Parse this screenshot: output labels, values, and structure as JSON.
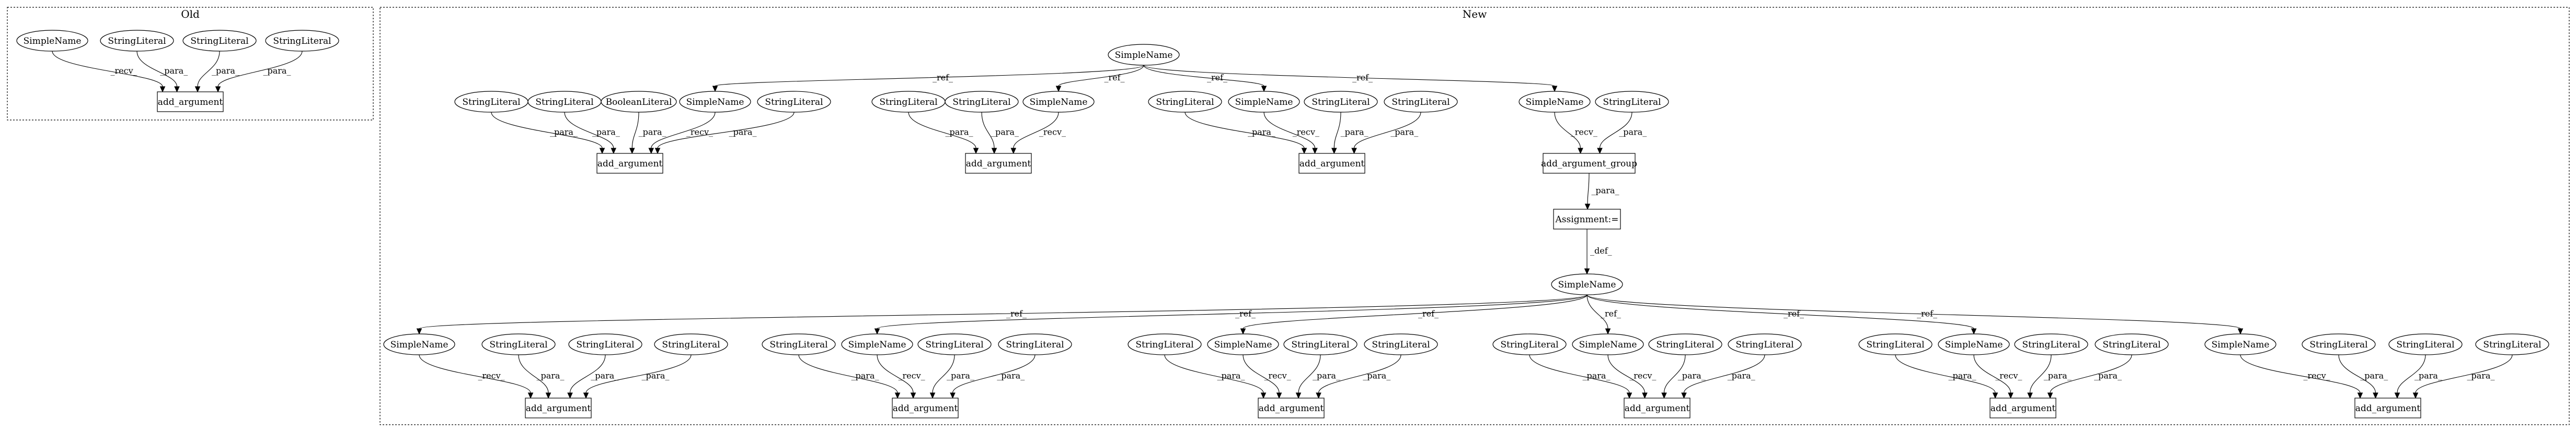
{
  "clusters": {
    "old": {
      "label": "Old"
    },
    "new": {
      "label": "New"
    }
  },
  "node_labels": {
    "simple_name": "SimpleName",
    "string_literal": "StringLiteral",
    "boolean_literal": "BooleanLiteral",
    "add_argument": "add_argument",
    "add_argument_group": "add_argument_group",
    "assignment": "Assignment:="
  },
  "edge_labels": {
    "recv": "_recv_",
    "para": "_para_",
    "ref": "_ref_",
    "def": "_def_"
  },
  "graph": {
    "nodes": [
      {
        "id": "o_sn",
        "kind": "simple_name"
      },
      {
        "id": "o_sl1",
        "kind": "string_literal"
      },
      {
        "id": "o_sl2",
        "kind": "string_literal"
      },
      {
        "id": "o_sl3",
        "kind": "string_literal"
      },
      {
        "id": "o_aa",
        "kind": "add_argument"
      },
      {
        "id": "n_top",
        "kind": "simple_name"
      },
      {
        "id": "a_sl1",
        "kind": "string_literal"
      },
      {
        "id": "a_sl2",
        "kind": "string_literal"
      },
      {
        "id": "a_bl",
        "kind": "boolean_literal"
      },
      {
        "id": "a_sn",
        "kind": "simple_name"
      },
      {
        "id": "a_sl3",
        "kind": "string_literal"
      },
      {
        "id": "a_aa",
        "kind": "add_argument"
      },
      {
        "id": "b_sl1",
        "kind": "string_literal"
      },
      {
        "id": "b_sl2",
        "kind": "string_literal"
      },
      {
        "id": "b_sn",
        "kind": "simple_name"
      },
      {
        "id": "b_aa",
        "kind": "add_argument"
      },
      {
        "id": "c_sl1",
        "kind": "string_literal"
      },
      {
        "id": "c_sn",
        "kind": "simple_name"
      },
      {
        "id": "c_sl2",
        "kind": "string_literal"
      },
      {
        "id": "c_sl3",
        "kind": "string_literal"
      },
      {
        "id": "c_aa",
        "kind": "add_argument"
      },
      {
        "id": "d_sn",
        "kind": "simple_name"
      },
      {
        "id": "d_sl",
        "kind": "string_literal"
      },
      {
        "id": "d_aag",
        "kind": "add_argument_group"
      },
      {
        "id": "asg",
        "kind": "assignment"
      },
      {
        "id": "n_mid",
        "kind": "simple_name"
      },
      {
        "id": "g1_sn",
        "kind": "simple_name"
      },
      {
        "id": "g1_sl1",
        "kind": "string_literal"
      },
      {
        "id": "g1_sl2",
        "kind": "string_literal"
      },
      {
        "id": "g1_sl3",
        "kind": "string_literal"
      },
      {
        "id": "g1_aa",
        "kind": "add_argument"
      },
      {
        "id": "g2_sl1",
        "kind": "string_literal"
      },
      {
        "id": "g2_sn",
        "kind": "simple_name"
      },
      {
        "id": "g2_sl2",
        "kind": "string_literal"
      },
      {
        "id": "g2_sl3",
        "kind": "string_literal"
      },
      {
        "id": "g2_aa",
        "kind": "add_argument"
      },
      {
        "id": "g3_sl1",
        "kind": "string_literal"
      },
      {
        "id": "g3_sn",
        "kind": "simple_name"
      },
      {
        "id": "g3_sl2",
        "kind": "string_literal"
      },
      {
        "id": "g3_sl3",
        "kind": "string_literal"
      },
      {
        "id": "g3_aa",
        "kind": "add_argument"
      },
      {
        "id": "g4_sl1",
        "kind": "string_literal"
      },
      {
        "id": "g4_sn",
        "kind": "simple_name"
      },
      {
        "id": "g4_sl2",
        "kind": "string_literal"
      },
      {
        "id": "g4_sl3",
        "kind": "string_literal"
      },
      {
        "id": "g4_aa",
        "kind": "add_argument"
      },
      {
        "id": "g5_sl1",
        "kind": "string_literal"
      },
      {
        "id": "g5_sn",
        "kind": "simple_name"
      },
      {
        "id": "g5_sl2",
        "kind": "string_literal"
      },
      {
        "id": "g5_sl3",
        "kind": "string_literal"
      },
      {
        "id": "g5_aa",
        "kind": "add_argument"
      },
      {
        "id": "g6_sn",
        "kind": "simple_name"
      },
      {
        "id": "g6_sl1",
        "kind": "string_literal"
      },
      {
        "id": "g6_sl2",
        "kind": "string_literal"
      },
      {
        "id": "g6_sl3",
        "kind": "string_literal"
      },
      {
        "id": "g6_aa",
        "kind": "add_argument"
      }
    ],
    "edges": [
      {
        "from": "o_sn",
        "to": "o_aa",
        "kind": "recv"
      },
      {
        "from": "o_sl1",
        "to": "o_aa",
        "kind": "para"
      },
      {
        "from": "o_sl2",
        "to": "o_aa",
        "kind": "para"
      },
      {
        "from": "o_sl3",
        "to": "o_aa",
        "kind": "para"
      },
      {
        "from": "n_top",
        "to": "a_sn",
        "kind": "ref"
      },
      {
        "from": "n_top",
        "to": "b_sn",
        "kind": "ref"
      },
      {
        "from": "n_top",
        "to": "c_sn",
        "kind": "ref"
      },
      {
        "from": "n_top",
        "to": "d_sn",
        "kind": "ref"
      },
      {
        "from": "a_sl1",
        "to": "a_aa",
        "kind": "para"
      },
      {
        "from": "a_sl2",
        "to": "a_aa",
        "kind": "para"
      },
      {
        "from": "a_bl",
        "to": "a_aa",
        "kind": "para"
      },
      {
        "from": "a_sn",
        "to": "a_aa",
        "kind": "recv"
      },
      {
        "from": "a_sl3",
        "to": "a_aa",
        "kind": "para"
      },
      {
        "from": "b_sl1",
        "to": "b_aa",
        "kind": "para"
      },
      {
        "from": "b_sl2",
        "to": "b_aa",
        "kind": "para"
      },
      {
        "from": "b_sn",
        "to": "b_aa",
        "kind": "recv"
      },
      {
        "from": "c_sl1",
        "to": "c_aa",
        "kind": "para"
      },
      {
        "from": "c_sn",
        "to": "c_aa",
        "kind": "recv"
      },
      {
        "from": "c_sl2",
        "to": "c_aa",
        "kind": "para"
      },
      {
        "from": "c_sl3",
        "to": "c_aa",
        "kind": "para"
      },
      {
        "from": "d_sn",
        "to": "d_aag",
        "kind": "recv"
      },
      {
        "from": "d_sl",
        "to": "d_aag",
        "kind": "para"
      },
      {
        "from": "d_aag",
        "to": "asg",
        "kind": "para"
      },
      {
        "from": "asg",
        "to": "n_mid",
        "kind": "def"
      },
      {
        "from": "n_mid",
        "to": "g1_sn",
        "kind": "ref"
      },
      {
        "from": "n_mid",
        "to": "g2_sn",
        "kind": "ref"
      },
      {
        "from": "n_mid",
        "to": "g3_sn",
        "kind": "ref"
      },
      {
        "from": "n_mid",
        "to": "g4_sn",
        "kind": "ref"
      },
      {
        "from": "n_mid",
        "to": "g5_sn",
        "kind": "ref"
      },
      {
        "from": "n_mid",
        "to": "g6_sn",
        "kind": "ref"
      },
      {
        "from": "g1_sn",
        "to": "g1_aa",
        "kind": "recv"
      },
      {
        "from": "g1_sl1",
        "to": "g1_aa",
        "kind": "para"
      },
      {
        "from": "g1_sl2",
        "to": "g1_aa",
        "kind": "para"
      },
      {
        "from": "g1_sl3",
        "to": "g1_aa",
        "kind": "para"
      },
      {
        "from": "g2_sl1",
        "to": "g2_aa",
        "kind": "para"
      },
      {
        "from": "g2_sn",
        "to": "g2_aa",
        "kind": "recv"
      },
      {
        "from": "g2_sl2",
        "to": "g2_aa",
        "kind": "para"
      },
      {
        "from": "g2_sl3",
        "to": "g2_aa",
        "kind": "para"
      },
      {
        "from": "g3_sl1",
        "to": "g3_aa",
        "kind": "para"
      },
      {
        "from": "g3_sn",
        "to": "g3_aa",
        "kind": "recv"
      },
      {
        "from": "g3_sl2",
        "to": "g3_aa",
        "kind": "para"
      },
      {
        "from": "g3_sl3",
        "to": "g3_aa",
        "kind": "para"
      },
      {
        "from": "g4_sl1",
        "to": "g4_aa",
        "kind": "para"
      },
      {
        "from": "g4_sn",
        "to": "g4_aa",
        "kind": "recv"
      },
      {
        "from": "g4_sl2",
        "to": "g4_aa",
        "kind": "para"
      },
      {
        "from": "g4_sl3",
        "to": "g4_aa",
        "kind": "para"
      },
      {
        "from": "g5_sl1",
        "to": "g5_aa",
        "kind": "para"
      },
      {
        "from": "g5_sn",
        "to": "g5_aa",
        "kind": "recv"
      },
      {
        "from": "g5_sl2",
        "to": "g5_aa",
        "kind": "para"
      },
      {
        "from": "g5_sl3",
        "to": "g5_aa",
        "kind": "para"
      },
      {
        "from": "g6_sn",
        "to": "g6_aa",
        "kind": "recv"
      },
      {
        "from": "g6_sl1",
        "to": "g6_aa",
        "kind": "para"
      },
      {
        "from": "g6_sl2",
        "to": "g6_aa",
        "kind": "para"
      },
      {
        "from": "g6_sl3",
        "to": "g6_aa",
        "kind": "para"
      }
    ]
  }
}
